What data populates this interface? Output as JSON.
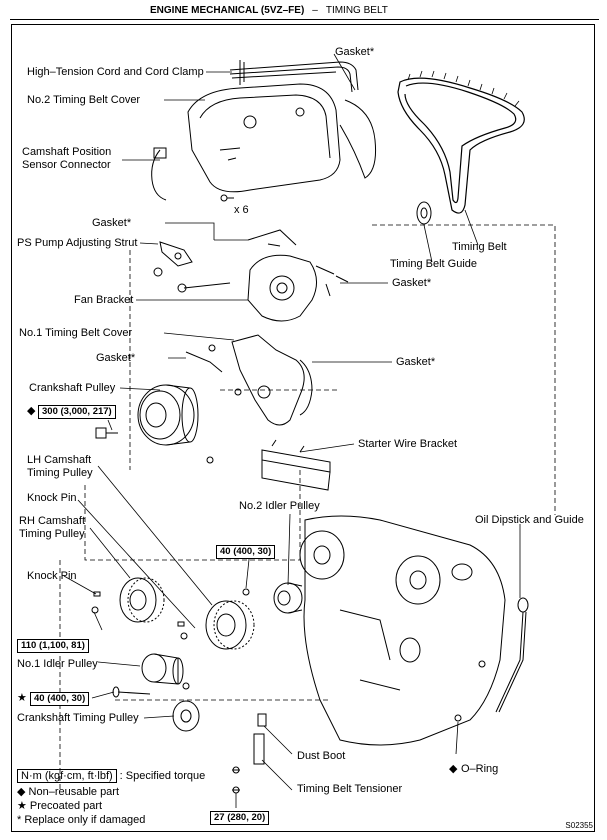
{
  "header": {
    "section": "ENGINE MECHANICAL (5VZ–FE)",
    "separator": "–",
    "subsection": "TIMING BELT"
  },
  "labels": {
    "gasket_top": "Gasket*",
    "hightension": "High–Tension Cord and Cord Clamp",
    "no2_cover": "No.2 Timing Belt Cover",
    "cam_sensor_1": "Camshaft Position",
    "cam_sensor_2": "Sensor Connector",
    "x6": "x 6",
    "gasket_left": "Gasket*",
    "ps_strut": "PS Pump Adjusting Strut",
    "timing_belt": "Timing Belt",
    "belt_guide": "Timing Belt Guide",
    "gasket_right_a": "Gasket*",
    "fan_bracket": "Fan Bracket",
    "no1_cover": "No.1 Timing Belt Cover",
    "gasket_mid": "Gasket*",
    "gasket_right_b": "Gasket*",
    "crank_pulley": "Crankshaft Pulley",
    "starter_bracket": "Starter Wire Bracket",
    "lh_cam_1": "LH Camshaft",
    "lh_cam_2": "Timing Pulley",
    "knock_pin_a": "Knock Pin",
    "no2_idler": "No.2 Idler Pulley",
    "rh_cam_1": "RH Camshaft",
    "rh_cam_2": "Timing Pulley",
    "dipstick": "Oil Dipstick and Guide",
    "knock_pin_b": "Knock Pin",
    "no1_idler": "No.1 Idler Pulley",
    "crank_timing": "Crankshaft Timing Pulley",
    "dust_boot": "Dust Boot",
    "oring": "O–Ring",
    "tensioner": "Timing Belt Tensioner"
  },
  "torques": {
    "crank_bolt": "300 (3,000, 217)",
    "no2_idler": "40 (400, 30)",
    "cam_pulley": "110 (1,100, 81)",
    "no1_idler": "40 (400, 30)",
    "tensioner": "27 (280, 20)"
  },
  "symbols": {
    "nonreusable": "◆",
    "precoated": "★"
  },
  "legend": {
    "unit_box": "N·m (kgf·cm, ft·lbf)",
    "unit_text": ": Specified torque",
    "nonreusable": "◆  Non–reusable part",
    "precoated": "★  Precoated part",
    "replace": "* Replace only if damaged"
  },
  "figure_code": "S02355"
}
